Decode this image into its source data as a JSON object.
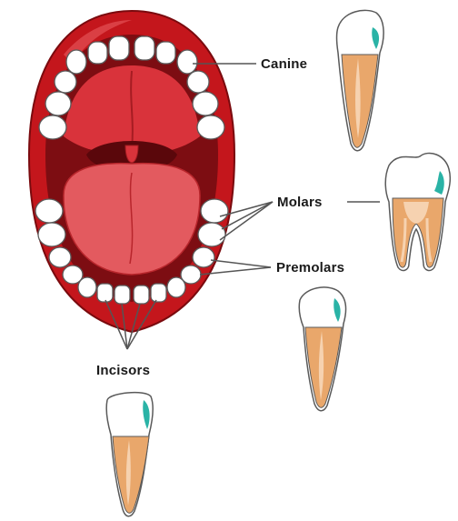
{
  "labels": {
    "canine": "Canine",
    "molars": "Molars",
    "premolars": "Premolars",
    "incisors": "Incisors"
  },
  "colors": {
    "lips": "#c4161c",
    "lip_highlight": "#e04a4f",
    "mouth_interior": "#7d0d12",
    "palate": "#d9333b",
    "tongue": "#e35a5f",
    "teeth": "#ffffff",
    "tooth_outline": "#5a5a5a",
    "root": "#e9a76b",
    "pulp": "#f6d2b0",
    "enamel_tint": "#2ab3a6",
    "leader_line": "#555555"
  }
}
